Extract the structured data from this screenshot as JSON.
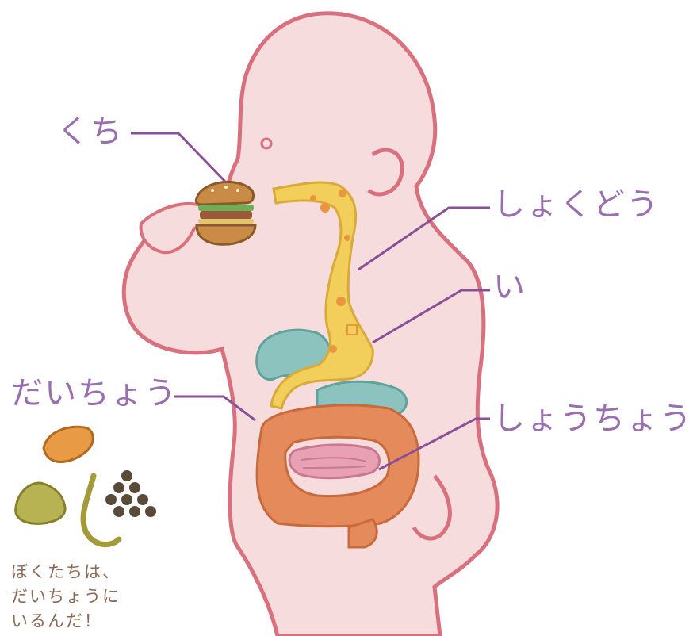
{
  "labels": {
    "mouth": "くち",
    "esophagus": "しょくどう",
    "stomach": "い",
    "large_intestine": "だいちょう",
    "small_intestine": "しょうちょう"
  },
  "caption": {
    "line1": "ぼくたちは、",
    "line2": "だいちょうに",
    "line3": "いるんだ！"
  },
  "colors": {
    "label_text": "#9a6fb0",
    "leader_line": "#8a4f96",
    "body_fill": "#f6dcdc",
    "body_outline": "#d9707d",
    "esophagus_stomach": "#f2cf5a",
    "large_intestine": "#e58a5a",
    "small_intestine": "#e7a0b4",
    "liver_pancreas": "#8cc3bf"
  },
  "icons": [
    "hamburger-icon",
    "bean-bacteria-icon",
    "blob-bacteria-icon",
    "worm-bacteria-icon",
    "dotted-bacteria-icon"
  ]
}
